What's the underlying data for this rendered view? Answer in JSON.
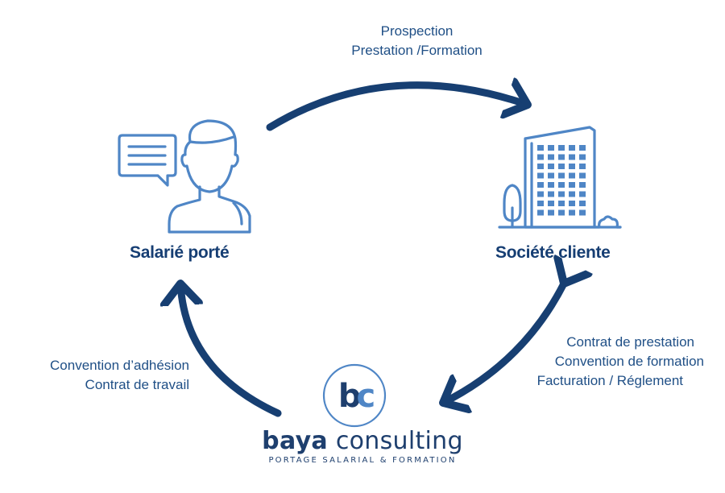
{
  "nodes": {
    "salarie": {
      "label": "Salarié porté"
    },
    "societe": {
      "label": "Société cliente"
    }
  },
  "flows": {
    "top": [
      "Prospection",
      "Prestation /Formation"
    ],
    "right": [
      "Contrat de prestation",
      "Convention de formation",
      "Facturation / Réglement"
    ],
    "left": [
      "Convention d’adhésion",
      "Contrat de travail"
    ]
  },
  "brand": {
    "logo_letters": {
      "b": "b",
      "c": "c"
    },
    "name_bold": "baya",
    "name_regular": "consulting",
    "tagline": "PORTAGE SALARIAL & FORMATION"
  },
  "colors": {
    "arrow": "#173f72",
    "icon_line": "#4f86c6",
    "text": "#1f4f86",
    "title": "#163e73"
  },
  "icons": [
    "chat-bubble-icon",
    "person-icon",
    "office-building-icon",
    "tree-icon",
    "bush-icon",
    "baya-logo-icon"
  ]
}
